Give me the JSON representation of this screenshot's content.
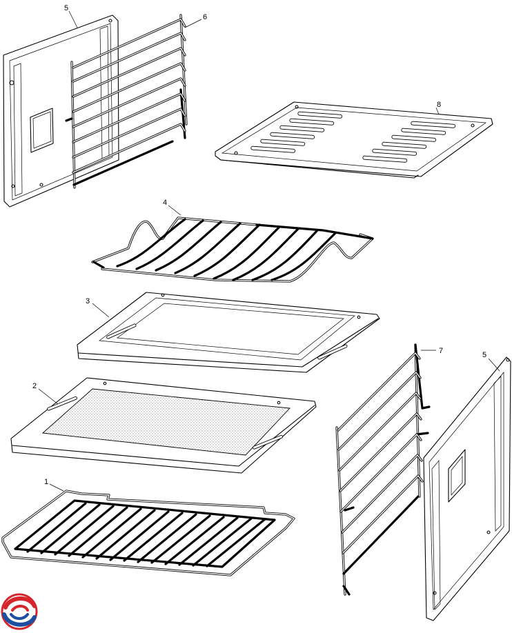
{
  "diagram": {
    "callouts": [
      {
        "id": "1",
        "text": "1"
      },
      {
        "id": "2",
        "text": "2"
      },
      {
        "id": "3",
        "text": "3"
      },
      {
        "id": "4",
        "text": "4"
      },
      {
        "id": "5a",
        "text": "5"
      },
      {
        "id": "5b",
        "text": "5"
      },
      {
        "id": "6",
        "text": "6"
      },
      {
        "id": "7",
        "text": "7"
      },
      {
        "id": "8",
        "text": "8"
      }
    ],
    "colors": {
      "line": "#000000",
      "background": "#ffffff",
      "logo_red": "#d7262b",
      "logo_blue": "#1d4fa0"
    },
    "icons": {
      "logo": "brand-swirl-logo-icon"
    }
  }
}
